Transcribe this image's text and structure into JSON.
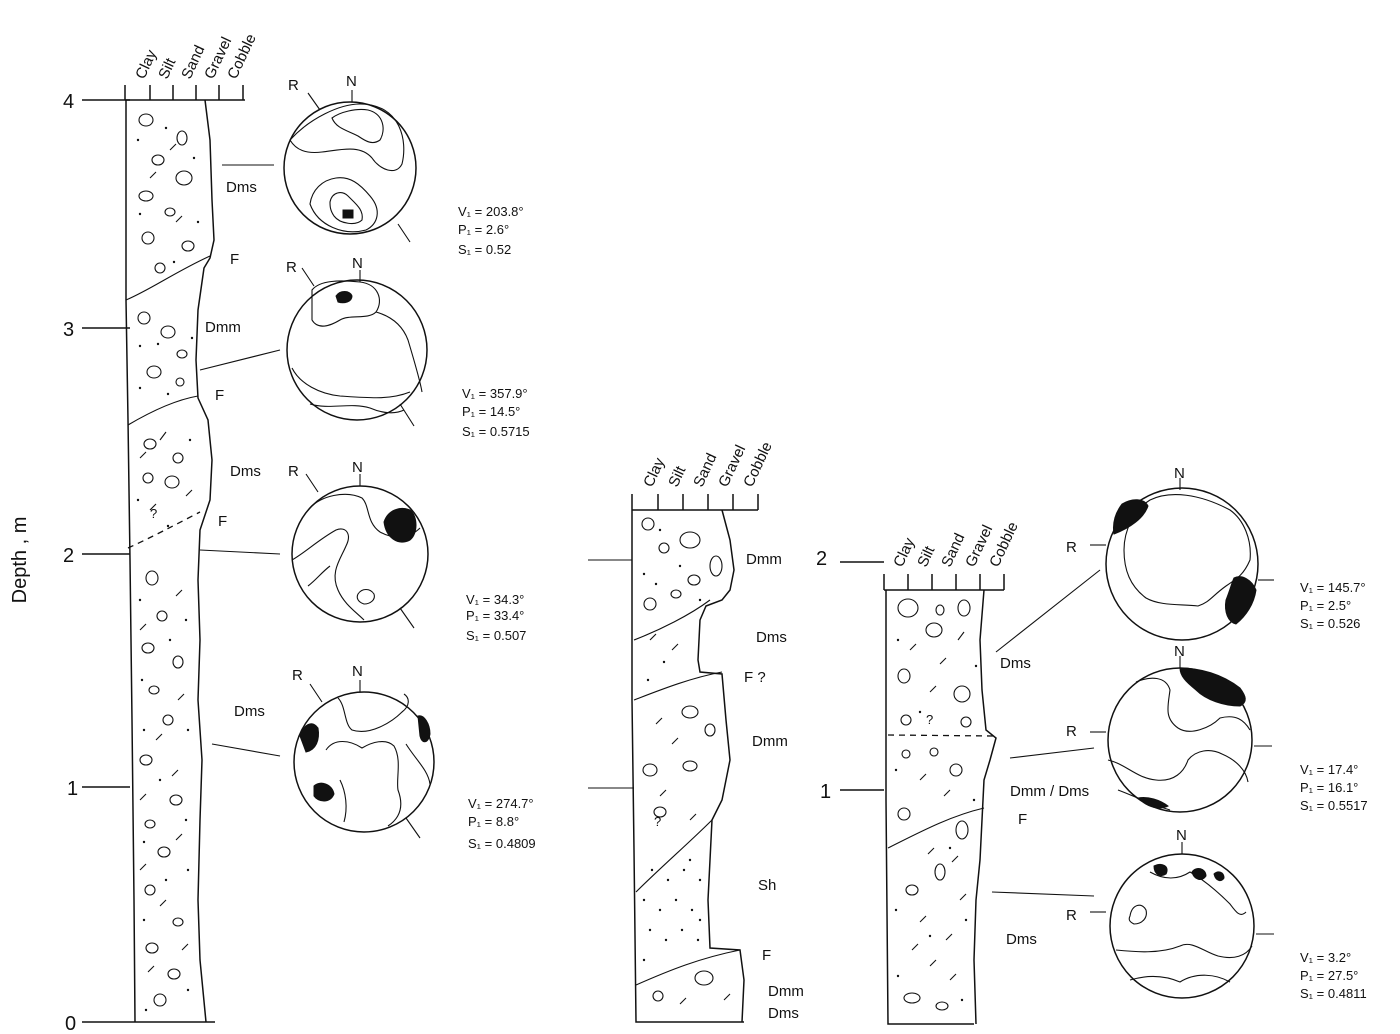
{
  "axis": {
    "ylabel": "Depth , m",
    "ticks_left": [
      "4",
      "3",
      "2",
      "1",
      "0"
    ],
    "ticks_right": [
      "2",
      "1"
    ]
  },
  "grain_sizes": [
    "Clay",
    "Silt",
    "Sand",
    "Gravel",
    "Cobble"
  ],
  "section1": {
    "facies": [
      {
        "text": "Dms"
      },
      {
        "text": "F"
      },
      {
        "text": "Dmm"
      },
      {
        "text": "F"
      },
      {
        "text": "Dms"
      },
      {
        "text": "F"
      },
      {
        "text": "Dms"
      }
    ],
    "stereonets": [
      {
        "r": "R",
        "n": "N",
        "v": "V₁ = 203.8°",
        "p": "P₁ = 2.6°",
        "s": "S₁ = 0.52"
      },
      {
        "r": "R",
        "n": "N",
        "v": "V₁ = 357.9°",
        "p": "P₁ = 14.5°",
        "s": "S₁ = 0.5715"
      },
      {
        "r": "R",
        "n": "N",
        "v": "V₁ = 34.3°",
        "p": "P₁ = 33.4°",
        "s": "S₁ = 0.507"
      },
      {
        "r": "R",
        "n": "N",
        "v": "V₁ = 274.7°",
        "p": "P₁ = 8.8°",
        "s": "S₁ = 0.4809"
      }
    ]
  },
  "section2": {
    "facies": [
      {
        "text": "Dmm"
      },
      {
        "text": "Dms"
      },
      {
        "text": "F ?"
      },
      {
        "text": "Dmm"
      },
      {
        "text": "Sh"
      },
      {
        "text": "F"
      },
      {
        "text": "Dmm"
      },
      {
        "text": "Dms"
      }
    ]
  },
  "section3": {
    "facies": [
      {
        "text": "Dms"
      },
      {
        "text": "Dmm / Dms"
      },
      {
        "text": "F"
      },
      {
        "text": "Dms"
      }
    ],
    "stereonets": [
      {
        "r": "R",
        "n": "N",
        "v": "V₁ = 145.7°",
        "p": "P₁ = 2.5°",
        "s": "S₁ = 0.526"
      },
      {
        "r": "R",
        "n": "N",
        "v": "V₁ = 17.4°",
        "p": "P₁ = 16.1°",
        "s": "S₁ = 0.5517"
      },
      {
        "r": "R",
        "n": "N",
        "v": "V₁ = 3.2°",
        "p": "P₁ = 27.5°",
        "s": "S₁ = 0.4811"
      }
    ]
  }
}
